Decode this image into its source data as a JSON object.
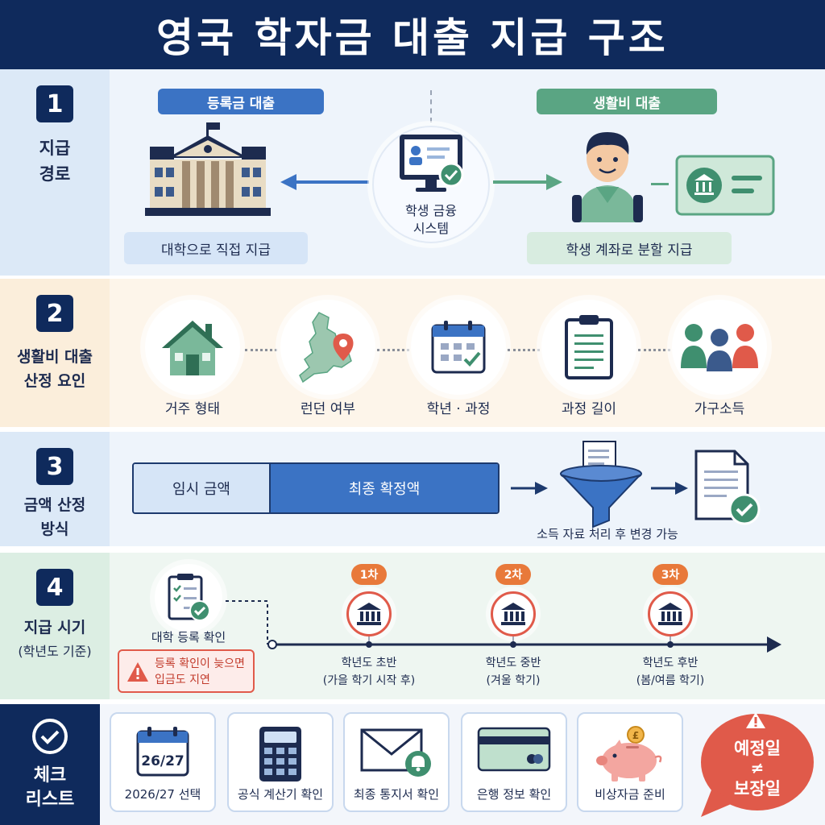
{
  "title": "영국 학자금 대출 지급 구조",
  "colors": {
    "navy": "#0f2a5c",
    "blue": "#3b73c4",
    "green": "#3f8f6f",
    "red": "#e05a4a",
    "orange": "#e8793a"
  },
  "section1": {
    "num": "1",
    "label_line1": "지급",
    "label_line2": "경로",
    "tuition_pill": "등록금 대출",
    "living_pill": "생활비 대출",
    "tuition_dest": "대학으로 직접 지급",
    "living_dest": "학생 계좌로 분할 지급",
    "system_line1": "학생 금융",
    "system_line2": "시스템"
  },
  "section2": {
    "num": "2",
    "label_line1": "생활비 대출",
    "label_line2": "산정 요인",
    "factors": [
      {
        "label": "거주 형태",
        "icon": "house-icon"
      },
      {
        "label": "런던 여부",
        "icon": "map-pin-icon"
      },
      {
        "label": "학년 · 과정",
        "icon": "calendar-icon"
      },
      {
        "label": "과정 길이",
        "icon": "clipboard-icon"
      },
      {
        "label": "가구소득",
        "icon": "family-icon"
      }
    ]
  },
  "section3": {
    "num": "3",
    "label_line1": "금액 산정",
    "label_line2": "방식",
    "provisional": "임시 금액",
    "final": "최종 확정액",
    "note": "소득 자료 처리 후 변경 가능"
  },
  "section4": {
    "num": "4",
    "label_line1": "지급 시기",
    "label_line2": "(학년도 기준)",
    "enroll_label": "대학 등록 확인",
    "warning_line1": "등록 확인이 늦으면",
    "warning_line2": "입금도 지연",
    "installments": [
      {
        "badge": "1차",
        "line1": "학년도 초반",
        "line2": "(가을 학기 시작 후)"
      },
      {
        "badge": "2차",
        "line1": "학년도 중반",
        "line2": "(겨울 학기)"
      },
      {
        "badge": "3차",
        "line1": "학년도 후반",
        "line2": "(봄/여름 학기)"
      }
    ]
  },
  "section5": {
    "label_line1": "체크",
    "label_line2": "리스트",
    "calendar_text": "26/27",
    "items": [
      {
        "label": "2026/27 선택",
        "icon": "calendar-icon"
      },
      {
        "label": "공식 계산기 확인",
        "icon": "calculator-icon"
      },
      {
        "label": "최종 통지서 확인",
        "icon": "envelope-bell-icon"
      },
      {
        "label": "은행 정보 확인",
        "icon": "bank-card-icon"
      },
      {
        "label": "비상자금 준비",
        "icon": "piggy-bank-icon"
      }
    ],
    "bubble_line1": "예정일",
    "bubble_line2": "≠",
    "bubble_line3": "보장일"
  }
}
